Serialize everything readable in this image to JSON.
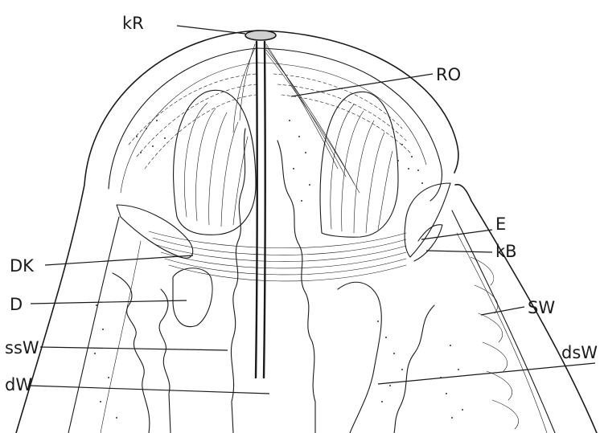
{
  "labels": {
    "kR": "kR",
    "RO": "RO",
    "E": "E",
    "kB": "kB",
    "DK": "DK",
    "D": "D",
    "SW": "SW",
    "ssW": "ssW",
    "dsW": "dsW",
    "dW": "dW"
  }
}
